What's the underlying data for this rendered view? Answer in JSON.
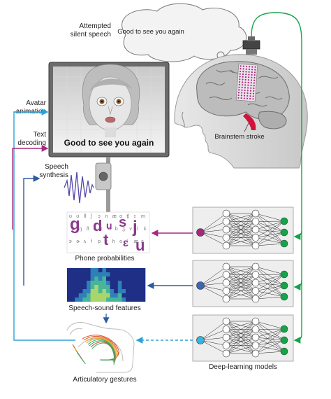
{
  "thought": {
    "attempted_label_1": "Attempted",
    "attempted_label_2": "silent speech",
    "bubble_text": "Good to see you again"
  },
  "monitor": {
    "caption": "Good to see you again"
  },
  "labels": {
    "avatar_1": "Avatar",
    "avatar_2": "animation",
    "text_1": "Text",
    "text_2": "decoding",
    "speech_1": "Speech",
    "speech_2": "synthesis",
    "brainstem": "Brainstem stroke",
    "phone_probabilities": "Phone probabilities",
    "speech_sound_features": "Speech-sound features",
    "articulatory_gestures": "Articulatory gestures",
    "deep_learning_models": "Deep-learning models"
  },
  "phone_symbols": {
    "big": [
      "g",
      "d",
      "u",
      "s",
      "j",
      "t",
      "ɛ",
      "u"
    ],
    "small": [
      "ʊ",
      "ʊ",
      "θ",
      "ʃ",
      "ɔ",
      "n",
      "æ",
      "ɑ",
      "ʧ",
      "ɪ",
      "m",
      "ə",
      "ŋ",
      "ð",
      "e",
      "r",
      "w",
      "b",
      "ʒ",
      "v",
      "i",
      "k",
      "ɝ",
      "ɚ",
      "ʌ",
      "f",
      "p",
      "z",
      "h",
      "o",
      "l",
      "æ",
      "a"
    ]
  },
  "colors": {
    "green": "#16a34a",
    "purple": "#a8287f",
    "blue": "#2e5aa0",
    "cyan": "#2aa3d6",
    "node_purple": "#a8287f",
    "node_blue": "#3b66b8",
    "node_cyan": "#33b6e0",
    "stroke_red": "#d1133b"
  },
  "networks": [
    {
      "name": "phone-network",
      "input_color": "#a8287f",
      "arrow_style": "solid"
    },
    {
      "name": "speech-network",
      "input_color": "#3b66b8",
      "arrow_style": "solid"
    },
    {
      "name": "articulatory-network",
      "input_color": "#33b6e0",
      "arrow_style": "dashed"
    }
  ]
}
